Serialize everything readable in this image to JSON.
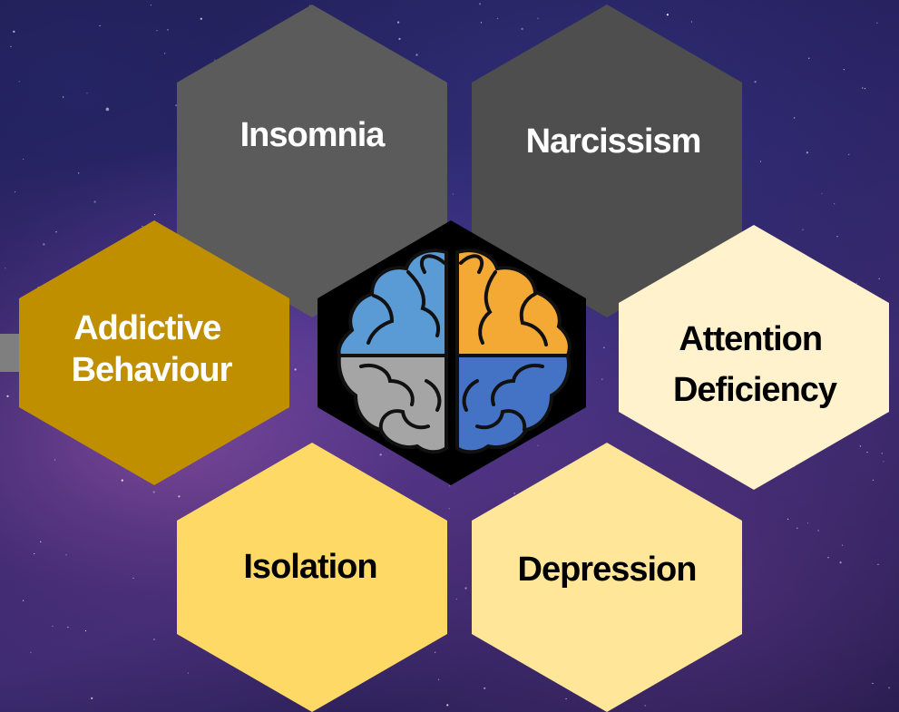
{
  "center": {
    "icon": "brain-icon"
  },
  "hexagons": [
    {
      "label": [
        "Insomnia"
      ],
      "fill": "#5b5b5b",
      "text_color": "#ffffff"
    },
    {
      "label": [
        "Narcissism"
      ],
      "fill": "#4e4e4e",
      "text_color": "#ffffff"
    },
    {
      "label": [
        "Addictive",
        "Behaviour"
      ],
      "fill": "#bf8f00",
      "text_color": "#ffffff"
    },
    {
      "label": [
        "Attention",
        "Deficiency"
      ],
      "fill": "#fff2cc",
      "text_color": "#000000"
    },
    {
      "label": [
        "Isolation"
      ],
      "fill": "#ffd966",
      "text_color": "#000000"
    },
    {
      "label": [
        "Depression"
      ],
      "fill": "#ffe699",
      "text_color": "#000000"
    }
  ],
  "colors": {
    "brain_blue_light": "#5b9bd5",
    "brain_orange": "#f4a934",
    "brain_gray": "#a5a5a5",
    "brain_blue_dark": "#4472c4",
    "center_hex": "#000000",
    "connector_bar": "#7f7f7f"
  }
}
